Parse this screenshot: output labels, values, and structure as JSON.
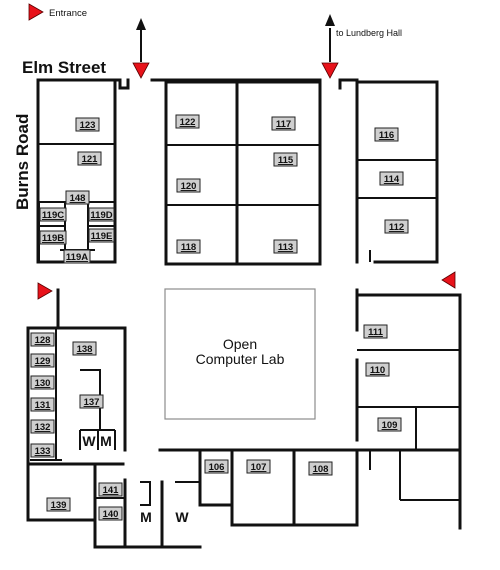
{
  "legend": {
    "entrance_label": "Entrance",
    "entrance_color": "#e8121a"
  },
  "streets": {
    "north": "Elm Street",
    "west": "Burns Road"
  },
  "direction_note": "to Lundberg Hall",
  "open_lab": {
    "line1": "Open",
    "line2": "Computer Lab"
  },
  "restrooms": {
    "w_small": "W",
    "m_small": "M",
    "m_large": "M",
    "w_large": "W"
  },
  "rooms": {
    "r123": "123",
    "r121": "121",
    "r148": "148",
    "r119c": "119C",
    "r119d": "119D",
    "r119b": "119B",
    "r119e": "119E",
    "r119a": "119A",
    "r122": "122",
    "r117": "117",
    "r120": "120",
    "r115": "115",
    "r118": "118",
    "r113": "113",
    "r116": "116",
    "r114": "114",
    "r112": "112",
    "r128": "128",
    "r129": "129",
    "r130": "130",
    "r131": "131",
    "r132": "132",
    "r133": "133",
    "r138": "138",
    "r137": "137",
    "r139": "139",
    "r141": "141",
    "r140": "140",
    "r111": "111",
    "r110": "110",
    "r109": "109",
    "r106": "106",
    "r107": "107",
    "r108": "108"
  }
}
